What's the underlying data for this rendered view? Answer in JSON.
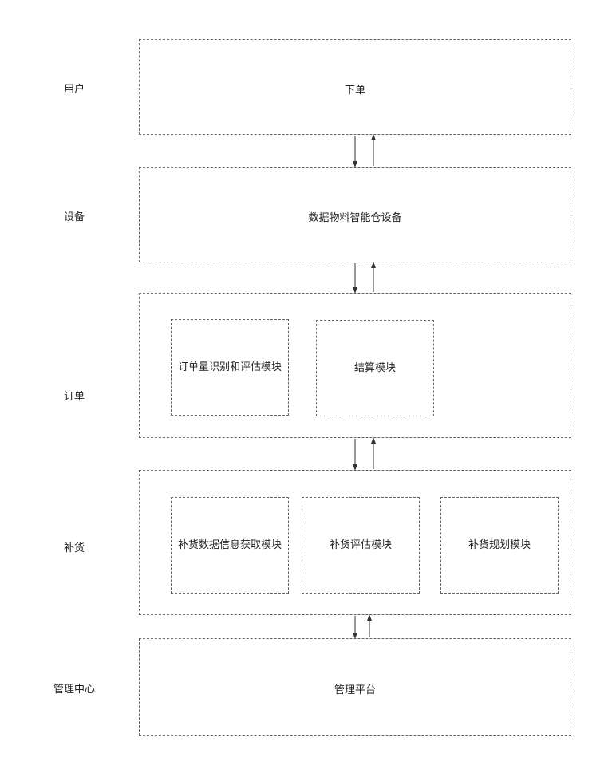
{
  "rows": [
    {
      "label": "用户",
      "box": "下单"
    },
    {
      "label": "设备",
      "box": "数据物料智能仓设备"
    },
    {
      "label": "订单",
      "modules": [
        "订单量识别和评估模块",
        "结算模块"
      ]
    },
    {
      "label": "补货",
      "modules": [
        "补货数据信息获取模块",
        "补货评估模块",
        "补货规划模块"
      ]
    },
    {
      "label": "管理中心",
      "box": "管理平台"
    }
  ],
  "colors": {
    "border": "#666666",
    "arrow": "#333333"
  }
}
